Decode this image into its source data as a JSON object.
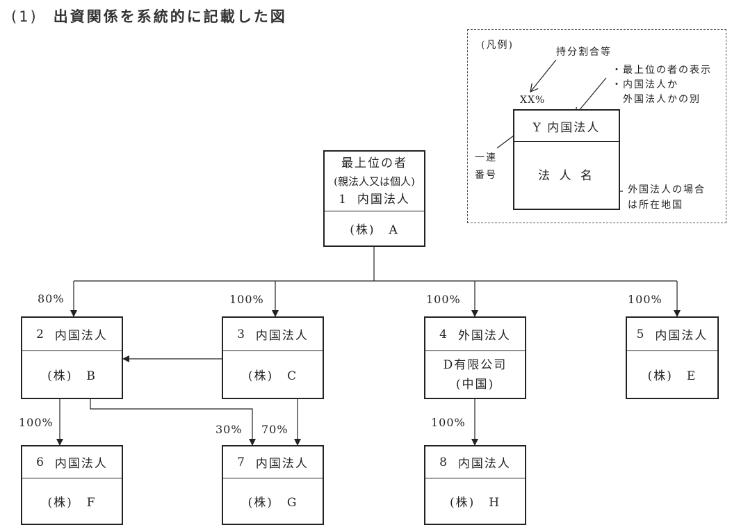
{
  "heading": {
    "number": "(1)",
    "title": "出資関係を系統的に記載した図"
  },
  "top_entity": {
    "line1": "最上位の者",
    "line2": "(親法人又は個人)",
    "number": "1",
    "type": "内国法人",
    "name_prefix": "(株)",
    "name": "A"
  },
  "entities": [
    {
      "id": "B",
      "number": "2",
      "type": "内国法人",
      "name_prefix": "(株)",
      "name": "B"
    },
    {
      "id": "C",
      "number": "3",
      "type": "内国法人",
      "name_prefix": "(株)",
      "name": "C"
    },
    {
      "id": "D",
      "number": "4",
      "type": "外国法人",
      "name": "D有限公司",
      "location": "(中国)"
    },
    {
      "id": "E",
      "number": "5",
      "type": "内国法人",
      "name_prefix": "(株)",
      "name": "E"
    },
    {
      "id": "F",
      "number": "6",
      "type": "内国法人",
      "name_prefix": "(株)",
      "name": "F"
    },
    {
      "id": "G",
      "number": "7",
      "type": "内国法人",
      "name_prefix": "(株)",
      "name": "G"
    },
    {
      "id": "H",
      "number": "8",
      "type": "内国法人",
      "name_prefix": "(株)",
      "name": "H"
    }
  ],
  "ownership": {
    "A_to_B": "80%",
    "A_to_C": "100%",
    "A_to_D": "100%",
    "A_to_E": "100%",
    "B_to_F": "100%",
    "B_to_G": "30%",
    "C_to_G": "70%",
    "D_to_H": "100%"
  },
  "legend": {
    "title": "(凡例)",
    "share_ratio_label": "持分割合等",
    "share_ratio_example": "XX%",
    "top_notes": [
      "・最上位の者の表示",
      "・内国法人か",
      "外国法人かの別"
    ],
    "box_top": "Y 内国法人",
    "box_bottom": "法 人 名",
    "serial_label_1": "一連",
    "serial_label_2": "番号",
    "foreign_note_1": "外国法人の場合",
    "foreign_note_2": "は所在地国"
  }
}
